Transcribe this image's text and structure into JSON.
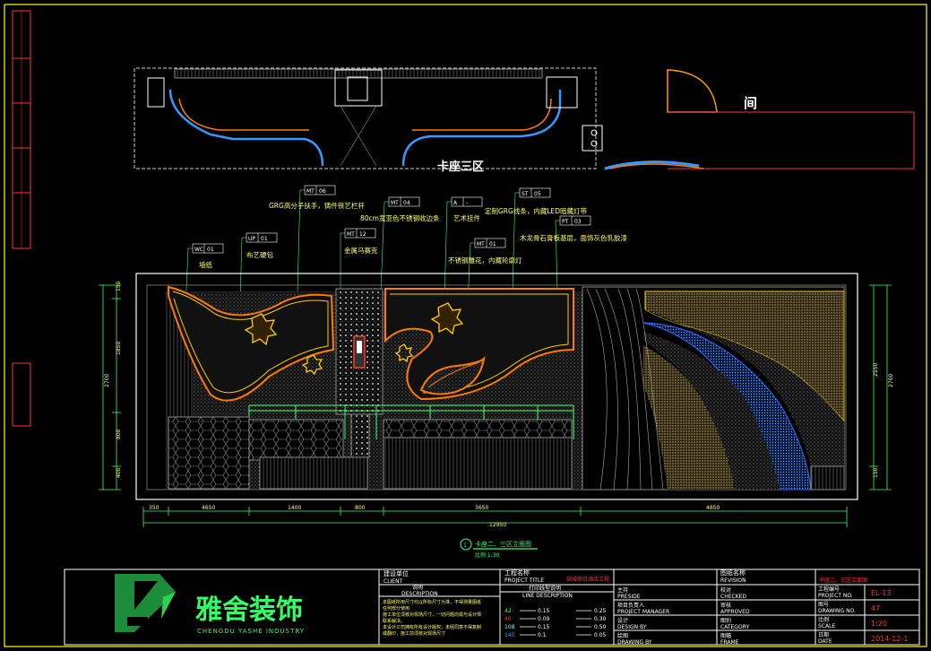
{
  "plan": {
    "room_label": "间",
    "zone_label": "卡座三区"
  },
  "callouts": [
    {
      "tag": "MT 06",
      "text": "GRG高分子扶手，铸件铁艺栏杆"
    },
    {
      "tag": "MT 04",
      "text": "80cm宽亚色不锈钢收边条"
    },
    {
      "tag": "A -",
      "text": "艺术挂件"
    },
    {
      "tag": "ST 05",
      "text": "定制GRG线条，内藏LED暗藏灯带"
    },
    {
      "tag": "PT 03",
      "text": "木龙骨石膏板基层，面饰灰色乳胶漆"
    },
    {
      "tag": "MT 01",
      "text": "不锈钢雕花，内藏轮廓灯"
    },
    {
      "tag": "MT 12",
      "text": "金属马赛克"
    },
    {
      "tag": "UP 01",
      "text": "布艺硬包"
    },
    {
      "tag": "WC 01",
      "text": "墙纸"
    }
  ],
  "dimensions": {
    "bottom": [
      "350",
      "4650",
      "1400",
      "800",
      "3650",
      "4850"
    ],
    "total": "12950",
    "left": [
      "150",
      "1850",
      "800",
      "400"
    ],
    "left_total": "2700",
    "right": [
      "2550",
      "150"
    ],
    "right_total": "2700"
  },
  "section_title": "卡座二、三区立面图",
  "scale_note": "比例 1:30",
  "title_block": {
    "company_cn": "雅舍装饰",
    "company_en": "CHENGDU YASHE INDUSTRY",
    "client_cn": "建设单位",
    "client_en": "CLIENT",
    "desc_cn": "说明",
    "desc_en": "DESCRIPTION",
    "notes": [
      "本图纸所用尺寸均以所标尺寸为准，不得测量图纸",
      "任何部分使用",
      "施工单位须核对现场尺寸，一切问题均需与设计师",
      "联系解决。",
      "本设计公司拥有所有设计版权，未经同意不得复制",
      "或翻印，施工前须核对现场尺寸"
    ],
    "project_title_cn": "工程名称",
    "project_title_en": "PROJECT TITLE",
    "project_name": "锦城假日酒店工程",
    "line_desc_cn": "打印线型说明",
    "line_desc_en": "LINE DESCRIPTION",
    "line_rows": [
      {
        "pen": "42",
        "w1": "0.15",
        "w2": "0.25"
      },
      {
        "pen": "40",
        "w1": "0.09",
        "w2": "0.30"
      },
      {
        "pen": "108",
        "w1": "0.15",
        "w2": "0.50"
      },
      {
        "pen": "140",
        "w1": "0.1",
        "w2": "0.05"
      }
    ],
    "roles": [
      {
        "cn": "主持",
        "en": "PRESIDE"
      },
      {
        "cn": "项目负责人",
        "en": "PROJECT MANAGER"
      },
      {
        "cn": "设计",
        "en": "DESIGN BY"
      },
      {
        "cn": "绘图",
        "en": "DRAWING BY"
      }
    ],
    "revision_cn": "图纸名称",
    "revision_en": "REVISION",
    "checks": [
      {
        "cn": "校对",
        "en": "CHECKED"
      },
      {
        "cn": "审核",
        "en": "APPROVED"
      },
      {
        "cn": "图别",
        "en": "CATEGORY"
      },
      {
        "cn": "图幅",
        "en": "FRAME"
      }
    ],
    "drawing_name": "卡座二、三区立面图",
    "meta": [
      {
        "cn": "工程编号",
        "en": "PROJECT NO.",
        "value": "EL-13"
      },
      {
        "cn": "图号",
        "en": "DRAWING NO.",
        "value": "47"
      },
      {
        "cn": "比例",
        "en": "SCALE",
        "value": "1:20"
      },
      {
        "cn": "日期",
        "en": "DATE",
        "value": "2014-12-1"
      }
    ]
  },
  "colors": {
    "frame": "#ffff00",
    "green": "#33ff66",
    "orange": "#ff7a00",
    "blue": "#3399ff",
    "red": "#ff2222"
  }
}
